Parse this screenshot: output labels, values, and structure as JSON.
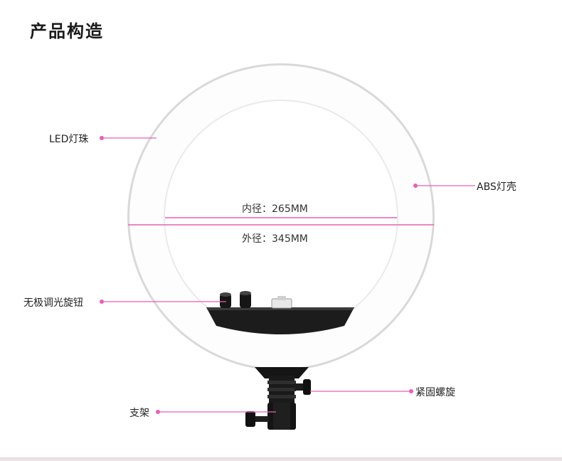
{
  "title": "产品构造",
  "labels": {
    "led": "LED灯珠",
    "shell": "ABS灯壳",
    "knob": "无极调光旋钮",
    "screw": "紧固螺旋",
    "bracket": "支架"
  },
  "dimensions": {
    "inner": "内径：265MM",
    "outer": "外径：345MM"
  },
  "colors": {
    "accent": "#e85fb8",
    "ring": "#ffffff",
    "body": "#1c1c1c"
  }
}
